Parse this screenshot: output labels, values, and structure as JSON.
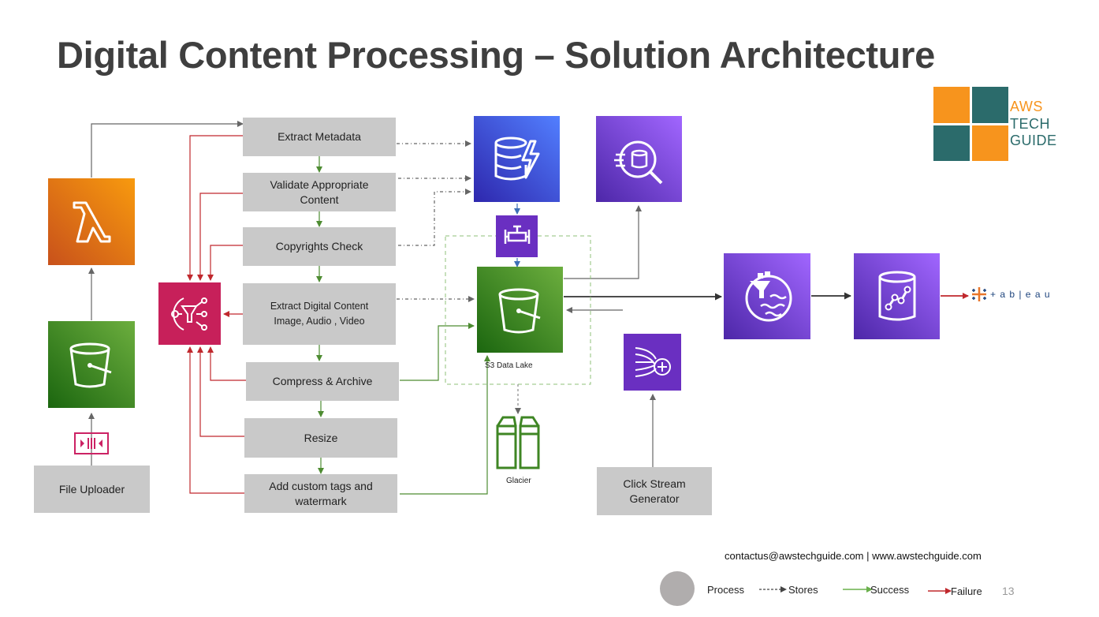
{
  "title": "Digital Content Processing  – Solution Architecture",
  "logo": {
    "line1": "AWS",
    "line2": "TECH",
    "line3": "GUIDE",
    "colors": [
      "#f7941d",
      "#2b6b6b"
    ]
  },
  "steps": {
    "extract_metadata": "Extract Metadata",
    "validate_line1": "Validate Appropriate",
    "validate_line2": "Content",
    "copyrights": "Copyrights Check",
    "extract_digital_line1": "Extract Digital Content",
    "extract_digital_line2": "Image, Audio , Video",
    "compress": "Compress & Archive",
    "resize": "Resize",
    "tags_line1": "Add custom tags and",
    "tags_line2": "watermark"
  },
  "file_uploader": "File Uploader",
  "click_stream_line1": "Click Stream",
  "click_stream_line2": "Generator",
  "s3_caption": "S3 Data Lake",
  "glacier_caption": "Glacier",
  "tableau_text": "+ a b | e a u",
  "footer_contact": "contactus@awstechguide.com | www.awstechguide.com",
  "legend": {
    "process": "Process",
    "stores": "Stores",
    "success": "Success",
    "failure": "Failure"
  },
  "page_number": "13",
  "colors": {
    "success": "#4e8c32",
    "failure": "#c0282d",
    "stores": "#777777",
    "box": "#c9c9c9"
  },
  "icons": [
    "lambda-icon",
    "s3-bucket-icon",
    "sns-icon",
    "dynamodb-icon",
    "athena-icon",
    "data-pipeline-icon",
    "s3-data-lake-icon",
    "glacier-icon",
    "kinesis-icon",
    "lake-formation-icon",
    "redshift-icon",
    "tableau-logo-icon",
    "transfer-icon"
  ]
}
